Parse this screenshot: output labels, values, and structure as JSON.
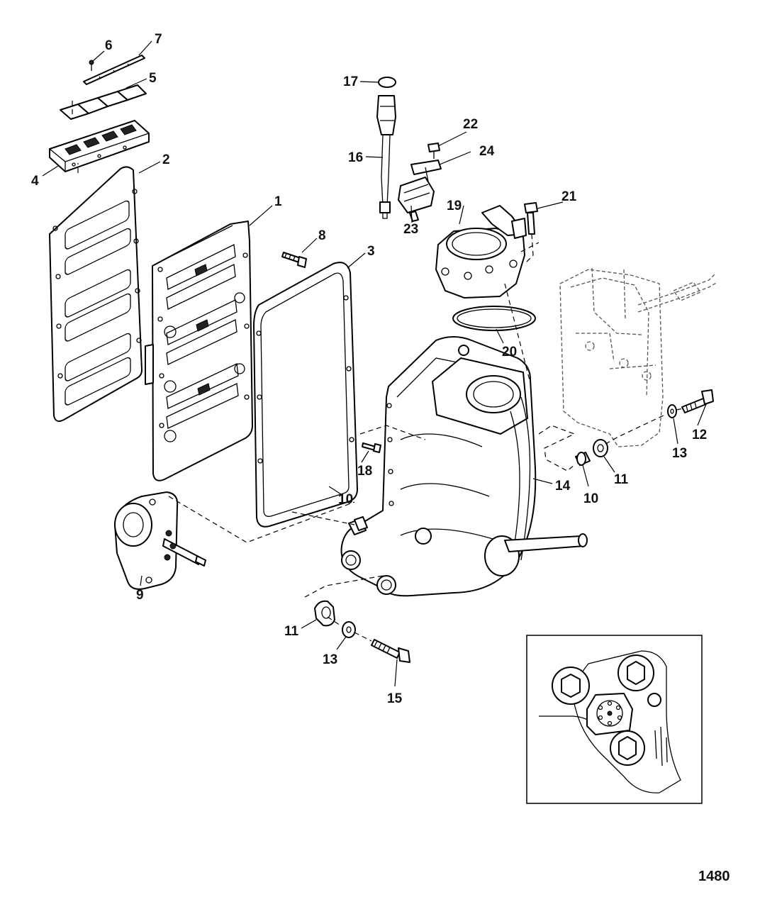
{
  "diagram": {
    "figure_number": "1480",
    "callouts": [
      {
        "id": "c1",
        "label": "1"
      },
      {
        "id": "c2",
        "label": "2"
      },
      {
        "id": "c3",
        "label": "3"
      },
      {
        "id": "c4",
        "label": "4"
      },
      {
        "id": "c5",
        "label": "5"
      },
      {
        "id": "c6",
        "label": "6"
      },
      {
        "id": "c7",
        "label": "7"
      },
      {
        "id": "c8",
        "label": "8"
      },
      {
        "id": "c9",
        "label": "9"
      },
      {
        "id": "c10a",
        "label": "10"
      },
      {
        "id": "c10b",
        "label": "10"
      },
      {
        "id": "c11a",
        "label": "11"
      },
      {
        "id": "c11b",
        "label": "11"
      },
      {
        "id": "c12",
        "label": "12"
      },
      {
        "id": "c13a",
        "label": "13"
      },
      {
        "id": "c13b",
        "label": "13"
      },
      {
        "id": "c14",
        "label": "14"
      },
      {
        "id": "c15",
        "label": "15"
      },
      {
        "id": "c16",
        "label": "16"
      },
      {
        "id": "c17",
        "label": "17"
      },
      {
        "id": "c18",
        "label": "18"
      },
      {
        "id": "c19",
        "label": "19"
      },
      {
        "id": "c20",
        "label": "20"
      },
      {
        "id": "c21",
        "label": "21"
      },
      {
        "id": "c22",
        "label": "22"
      },
      {
        "id": "c23",
        "label": "23"
      },
      {
        "id": "c24",
        "label": "24"
      }
    ]
  }
}
